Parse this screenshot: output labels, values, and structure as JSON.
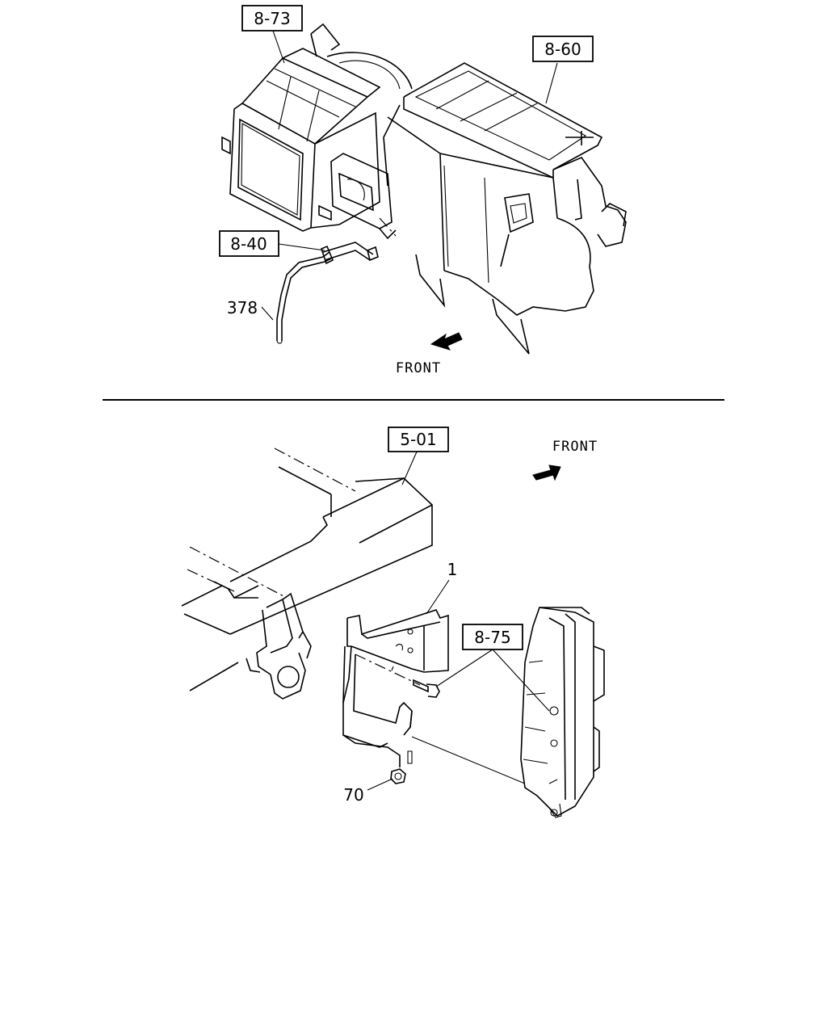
{
  "top_diagram": {
    "refs": {
      "ref_8_73": "8-73",
      "ref_8_60": "8-60",
      "ref_8_40": "8-40",
      "part_378": "378"
    },
    "front_label": "FRONT"
  },
  "bottom_diagram": {
    "refs": {
      "ref_5_01": "5-01",
      "part_1": "1",
      "ref_8_75": "8-75",
      "part_70": "70"
    },
    "front_label": "FRONT"
  }
}
